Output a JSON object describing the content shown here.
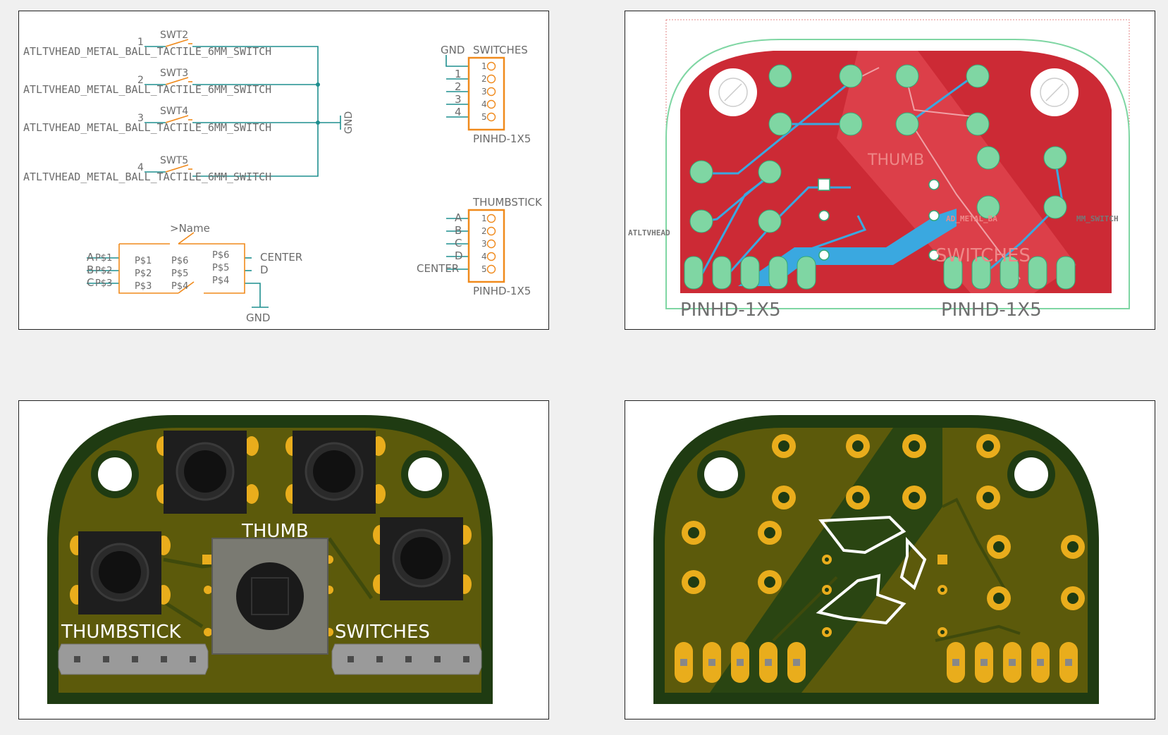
{
  "schematic": {
    "switches": [
      {
        "pin": "1",
        "ref": "SWT2",
        "part": "ATLTVHEAD_METAL_BALL_TACTILE_6MM_SWITCH"
      },
      {
        "pin": "2",
        "ref": "SWT3",
        "part": "ATLTVHEAD_METAL_BALL_TACTILE_6MM_SWITCH"
      },
      {
        "pin": "3",
        "ref": "SWT4",
        "part": "ATLTVHEAD_METAL_BALL_TACTILE_6MM_SWITCH"
      },
      {
        "pin": "4",
        "ref": "SWT5",
        "part": "ATLTVHEAD_METAL_BALL_TACTILE_6MM_SWITCH"
      }
    ],
    "gnd_label": "GND",
    "switches_header": {
      "title": "SWITCHES",
      "net_gnd": "GND",
      "nets": [
        "1",
        "2",
        "3",
        "4"
      ],
      "pins": [
        "1",
        "2",
        "3",
        "4",
        "5"
      ],
      "part": "PINHD-1X5"
    },
    "thumbstick_header": {
      "title": "THUMBSTICK",
      "nets": [
        "A",
        "B",
        "C",
        "D",
        "CENTER"
      ],
      "pins": [
        "1",
        "2",
        "3",
        "4",
        "5"
      ],
      "part": "PINHD-1X5"
    },
    "joystick": {
      "name": ">Name",
      "left_nets": [
        "A",
        "B",
        "C"
      ],
      "left_pins": [
        "P$1",
        "P$2",
        "P$3"
      ],
      "inner_left": [
        "P$1",
        "P$2",
        "P$3"
      ],
      "inner_right": [
        "P$6",
        "P$5",
        "P$4"
      ],
      "right_pins": [
        "P$6",
        "P$5",
        "P$4"
      ],
      "right_nets": [
        "CENTER",
        "D"
      ],
      "gnd": "GND"
    }
  },
  "layout": {
    "label_thumb": "THUMB",
    "label_switches": "SWITCHES",
    "label_part_left": "ATLTVHEAD",
    "label_part_right": "AD_METAL_BA",
    "label_part_right2": "MM_SWITCH",
    "header_left": "PINHD-1X5",
    "header_right": "PINHD-1X5"
  },
  "render_top": {
    "label_thumb": "THUMB",
    "label_thumbstick": "THUMBSTICK",
    "label_switches": "SWITCHES"
  },
  "colors": {
    "schem_net": "#1f8f8f",
    "schem_part": "#f08a1c",
    "schem_text": "#6b6b6b",
    "copper_top": "#cc2a35",
    "copper_bot": "#3aa8e0",
    "outline": "#7fd6a3",
    "pcb_mask": "#5c5a0b",
    "pcb_edge": "#1f3b12",
    "pad_gold": "#e9ad1c"
  }
}
